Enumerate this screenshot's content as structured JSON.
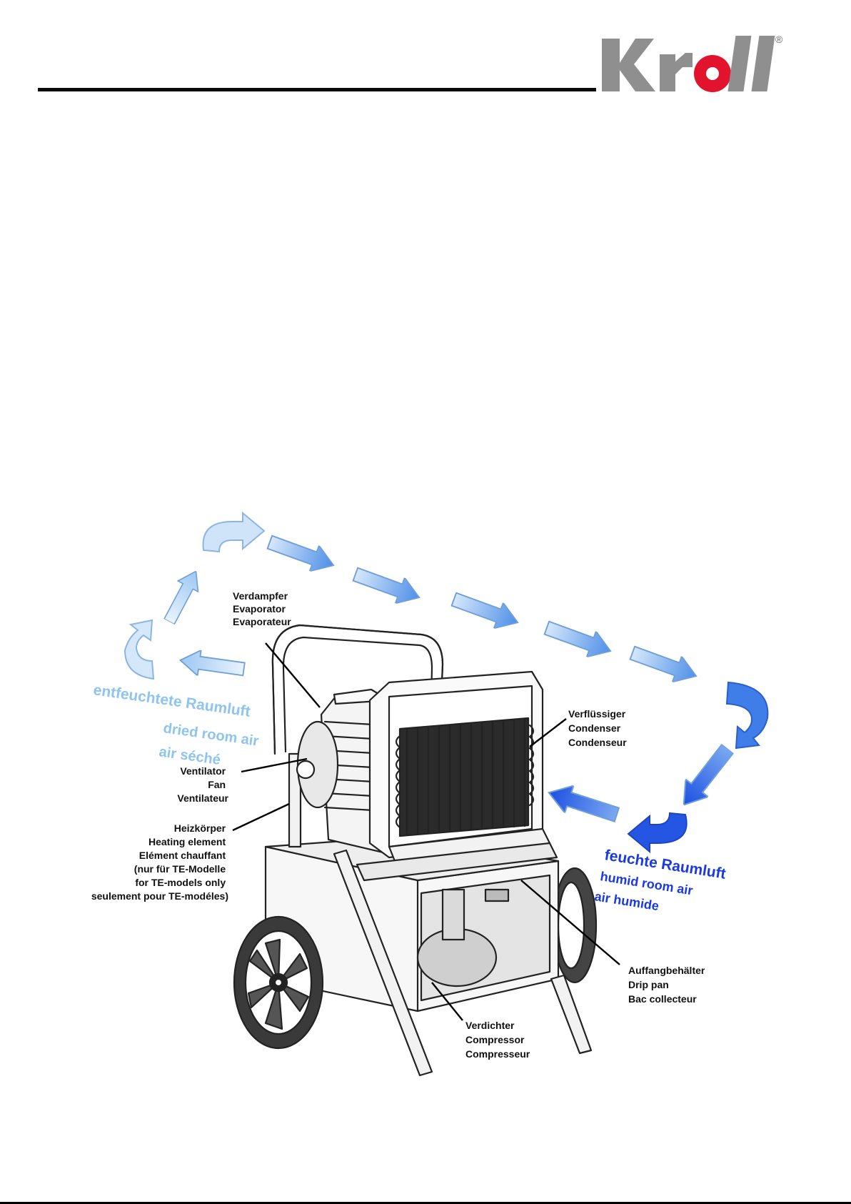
{
  "brand": {
    "logo_text": "Kroll",
    "registered_mark": "®",
    "colors": {
      "logo_gray": "#8f8f8f",
      "logo_red": "#e2142d"
    }
  },
  "flow": {
    "dried": [
      "entfeuchtete Raumluft",
      "dried room air",
      "air séché"
    ],
    "humid": [
      "feuchte Raumluft",
      "humid room air",
      "air humide"
    ],
    "colors": {
      "dried": "#8ec4ef",
      "humid": "#1a39e6",
      "arrow_light": "#c3dcf6",
      "arrow_dark": "#1d58e6"
    }
  },
  "labels": {
    "evaporator": [
      "Verdampfer",
      "Evaporator",
      "Evaporateur"
    ],
    "condenser": [
      "Verflüssiger",
      "Condenser",
      "Condenseur"
    ],
    "fan": [
      "Ventilator",
      "Fan",
      "Ventilateur"
    ],
    "heating": [
      "Heizkörper",
      "Heating element",
      "Elément chauffant",
      "(nur für TE-Modelle",
      "for TE-models only",
      "seulement pour TE-modéles)"
    ],
    "drip_pan": [
      "Auffangbehälter",
      "Drip pan",
      "Bac collecteur"
    ],
    "compressor": [
      "Verdichter",
      "Compressor",
      "Compresseur"
    ]
  }
}
